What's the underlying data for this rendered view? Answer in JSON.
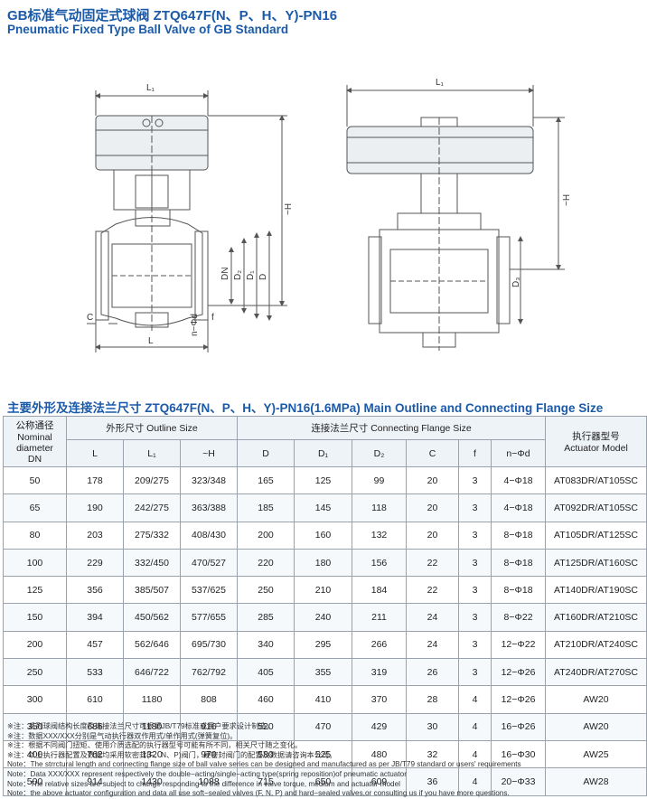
{
  "title_cn": "GB标准气动固定式球阀 ZTQ647F(N、P、H、Y)-PN16",
  "title_en": "Pneumatic Fixed Type Ball Valve of GB Standard",
  "drawing_labels": {
    "L1": "L₁",
    "H": "~H",
    "DN": "DN",
    "D2": "D₂",
    "D1": "D₁",
    "D": "D",
    "C": "C",
    "f": "f",
    "nd": "n−Φd",
    "L": "L",
    "L1_right": "L₁",
    "H_right": "~H",
    "D3": "D₃"
  },
  "section_title": "主要外形及连接法兰尺寸 ZTQ647F(N、P、H、Y)-PN16(1.6MPa)  Main Outline and Connecting Flange Size",
  "table": {
    "h_dn_cn": "公称通径",
    "h_dn_en1": "Nominal",
    "h_dn_en2": "diameter",
    "h_dn_en3": "DN",
    "h_outline": "外形尺寸 Outline Size",
    "h_flange": "连接法兰尺寸 Connecting Flange Size",
    "h_actuator_cn": "执行器型号",
    "h_actuator_en": "Actuator Model",
    "cols": [
      "L",
      "L₁",
      "~H",
      "D",
      "D₁",
      "D₂",
      "C",
      "f",
      "n−Φd"
    ],
    "rows": [
      [
        "50",
        "178",
        "209/275",
        "323/348",
        "165",
        "125",
        "99",
        "20",
        "3",
        "4−Φ18",
        "AT083DR/AT105SC"
      ],
      [
        "65",
        "190",
        "242/275",
        "363/388",
        "185",
        "145",
        "118",
        "20",
        "3",
        "4−Φ18",
        "AT092DR/AT105SC"
      ],
      [
        "80",
        "203",
        "275/332",
        "408/430",
        "200",
        "160",
        "132",
        "20",
        "3",
        "8−Φ18",
        "AT105DR/AT125SC"
      ],
      [
        "100",
        "229",
        "332/450",
        "470/527",
        "220",
        "180",
        "156",
        "22",
        "3",
        "8−Φ18",
        "AT125DR/AT160SC"
      ],
      [
        "125",
        "356",
        "385/507",
        "537/625",
        "250",
        "210",
        "184",
        "22",
        "3",
        "8−Φ18",
        "AT140DR/AT190SC"
      ],
      [
        "150",
        "394",
        "450/562",
        "577/655",
        "285",
        "240",
        "211",
        "24",
        "3",
        "8−Φ22",
        "AT160DR/AT210SC"
      ],
      [
        "200",
        "457",
        "562/646",
        "695/730",
        "340",
        "295",
        "266",
        "24",
        "3",
        "12−Φ22",
        "AT210DR/AT240SC"
      ],
      [
        "250",
        "533",
        "646/722",
        "762/792",
        "405",
        "355",
        "319",
        "26",
        "3",
        "12−Φ26",
        "AT240DR/AT270SC"
      ],
      [
        "300",
        "610",
        "1180",
        "808",
        "460",
        "410",
        "370",
        "28",
        "4",
        "12−Φ26",
        "AW20"
      ],
      [
        "350",
        "686",
        "1180",
        "916",
        "520",
        "470",
        "429",
        "30",
        "4",
        "16−Φ26",
        "AW20"
      ],
      [
        "400",
        "762",
        "1320",
        "970",
        "580",
        "525",
        "480",
        "32",
        "4",
        "16−Φ30",
        "AW25"
      ],
      [
        "500",
        "914",
        "1430",
        "1088",
        "715",
        "650",
        "609",
        "36",
        "4",
        "20−Φ33",
        "AW28"
      ]
    ]
  },
  "notes": [
    "※注：系列球阀结构长度及连接法兰尺寸可根据JB/T79标准或用户要求设计制造。",
    "※注：数据XXX/XXX分别是气动执行器双作用式/单作用式(弹簧复位)。",
    "※注：根据不同阀门扭矩、使用介质选配的执行器型号可能有所不同，相关尺寸随之变化。",
    "※注：以上执行器配置及数据均采用软密封(F、N、P)阀门，硬密封阀门的配置及数据请咨询本公司。",
    "Note：The strrctural length and connecting flange size of ball valve series can be designed and manufactured as per JB/T79 standard or users' requirements",
    "Note：Data XXX/XXX represent respectively the double−acting/single−acting type(spring reposition)of pneumatic actuator",
    "Note：The relative sizes are subject to change responding to the difference in valve torque, medium and actuator model",
    "Note：the above actuator  configuration and data  all use soft−sealed valves (F, N, P) and  hard−sealed valves,or consulting us if you have more questions."
  ]
}
